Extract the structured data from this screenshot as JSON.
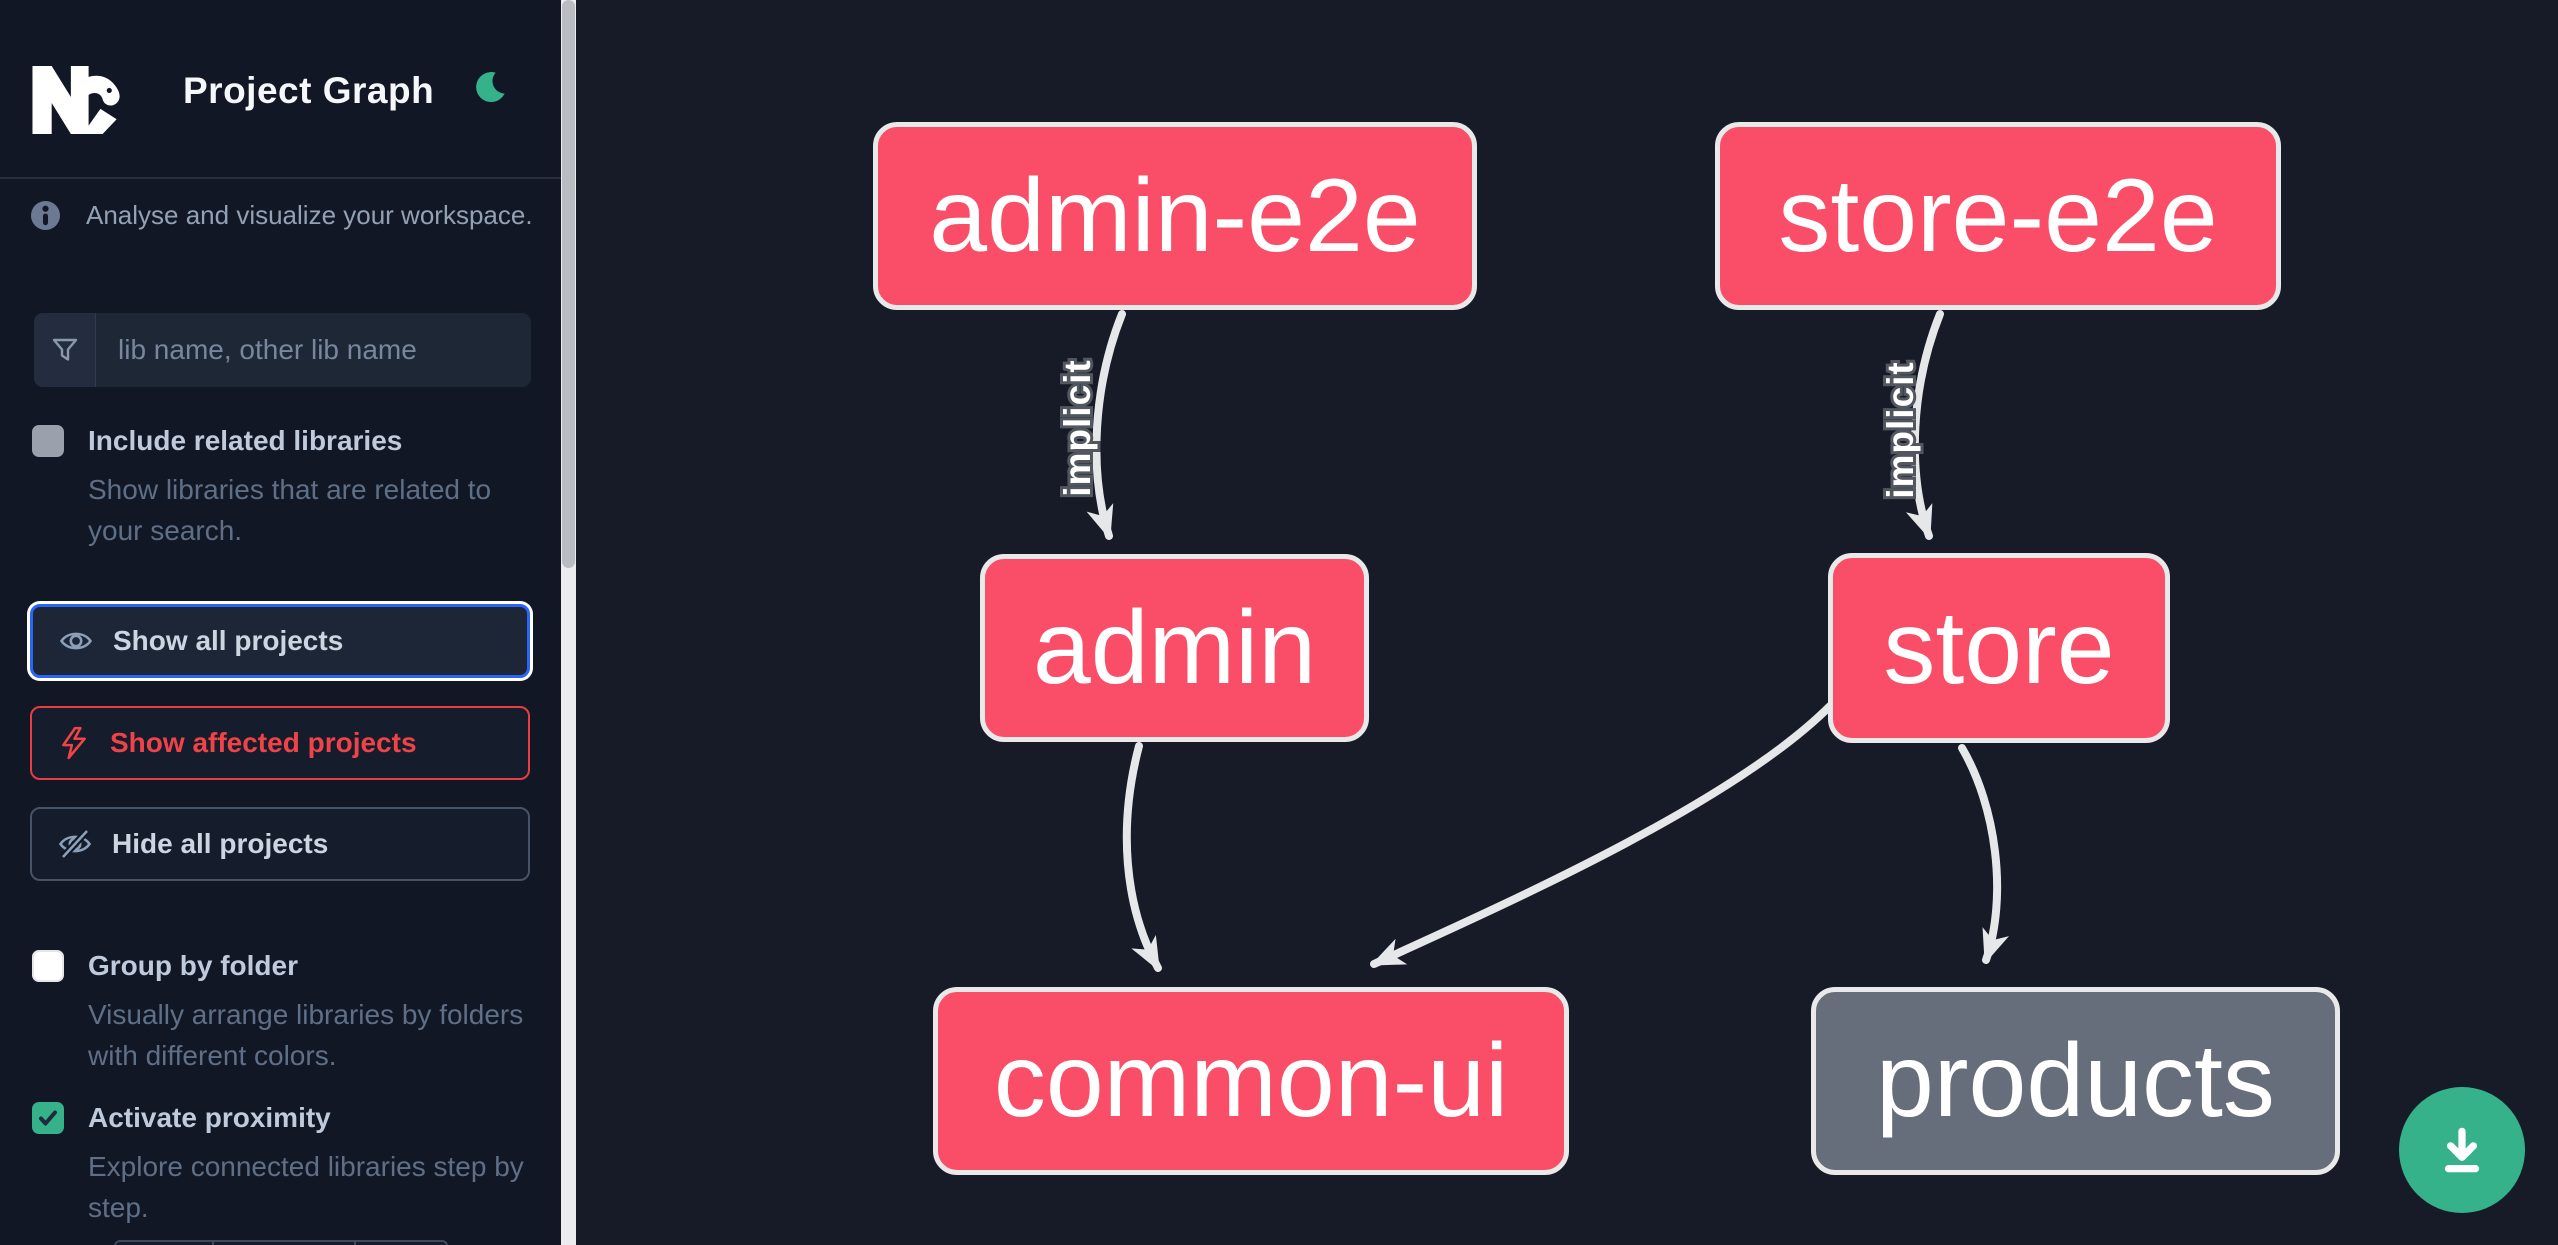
{
  "header": {
    "title": "Project Graph",
    "logo": "nx-logo",
    "theme_toggle_icon": "moon-icon",
    "tagline": "Analyse and visualize your workspace."
  },
  "sidebar": {
    "search": {
      "placeholder": "lib name, other lib name",
      "value": "",
      "icon": "filter-funnel-icon"
    },
    "checkboxes": [
      {
        "label": "Include related libraries",
        "description": "Show libraries that are related to your search.",
        "checked": false
      },
      {
        "label": "Group by folder",
        "description": "Visually arrange libraries by folders with different colors.",
        "checked": false
      },
      {
        "label": "Activate proximity",
        "description": "Explore connected libraries step by step.",
        "checked": true
      }
    ],
    "actions": [
      {
        "label": "Show all projects",
        "icon": "eye-icon",
        "state": "focused"
      },
      {
        "label": "Show affected projects",
        "icon": "lightning-icon",
        "state": "affected"
      },
      {
        "label": "Hide all projects",
        "icon": "eye-off-icon",
        "state": "default"
      }
    ]
  },
  "graph": {
    "nodes": [
      {
        "id": "admin-e2e",
        "label": "admin-e2e",
        "kind": "app"
      },
      {
        "id": "store-e2e",
        "label": "store-e2e",
        "kind": "app"
      },
      {
        "id": "admin",
        "label": "admin",
        "kind": "app"
      },
      {
        "id": "store",
        "label": "store",
        "kind": "app"
      },
      {
        "id": "common-ui",
        "label": "common-ui",
        "kind": "app"
      },
      {
        "id": "products",
        "label": "products",
        "kind": "lib"
      }
    ],
    "edges": [
      {
        "from": "admin-e2e",
        "to": "admin",
        "label": "implicit"
      },
      {
        "from": "store-e2e",
        "to": "store",
        "label": "implicit"
      },
      {
        "from": "admin",
        "to": "common-ui",
        "label": ""
      },
      {
        "from": "store",
        "to": "common-ui",
        "label": ""
      },
      {
        "from": "store",
        "to": "products",
        "label": ""
      }
    ],
    "download_button_icon": "download-icon"
  },
  "colors": {
    "app_node": "#fa4d67",
    "lib_node": "#666e7b",
    "edge": "#e6e7e9",
    "accent_green": "#35b289",
    "focus_blue": "#2a66f2",
    "affected_red": "#ef4348",
    "sidebar_bg": "#111725",
    "canvas_bg": "#161b27"
  }
}
